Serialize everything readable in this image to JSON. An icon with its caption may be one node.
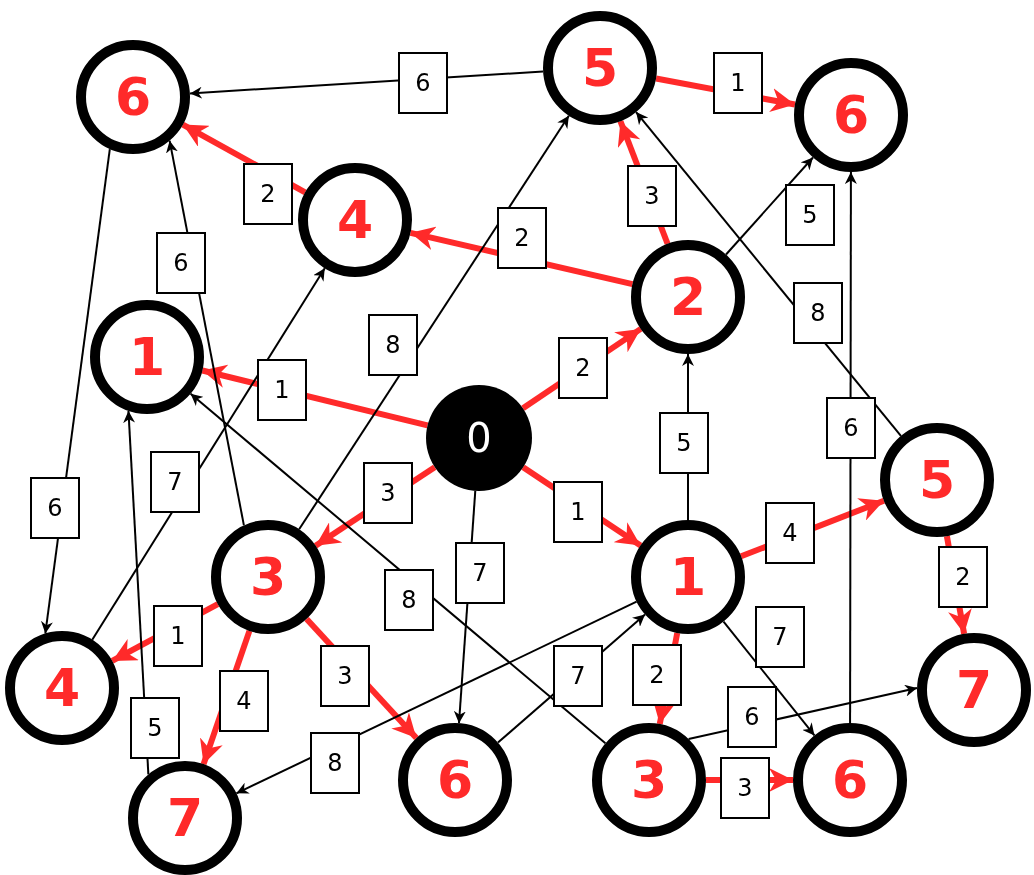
{
  "diagram": {
    "nodes": [
      {
        "text": [
          "6"
        ]
      },
      {
        "text": [
          "5"
        ]
      },
      {
        "text": [
          "6"
        ]
      },
      {
        "text": [
          "4"
        ]
      },
      {
        "text": [
          "2"
        ]
      },
      {
        "text": [
          "1"
        ]
      },
      {
        "text": [
          "0"
        ]
      },
      {
        "text": [
          "5"
        ]
      },
      {
        "text": [
          "3"
        ]
      },
      {
        "text": [
          "1"
        ]
      },
      {
        "text": [
          "4"
        ]
      },
      {
        "text": [
          "7"
        ]
      },
      {
        "text": [
          "6"
        ]
      },
      {
        "text": [
          "3"
        ]
      },
      {
        "text": [
          "6"
        ]
      },
      {
        "text": [
          "7"
        ]
      }
    ],
    "edges": [
      {
        "from": 6,
        "to": 5,
        "arrow": "to",
        "label": "1",
        "style": "thick",
        "color": "#ff2a2a"
      },
      {
        "from": 6,
        "to": 4,
        "arrow": "to",
        "label": "2",
        "style": "thick",
        "color": "#ff2a2a"
      },
      {
        "from": 6,
        "to": 8,
        "arrow": "to",
        "label": "3",
        "style": "thick",
        "color": "#ff2a2a"
      },
      {
        "from": 6,
        "to": 9,
        "arrow": "to",
        "label": "1",
        "style": "thick",
        "color": "#ff2a2a"
      },
      {
        "from": 6,
        "to": 12,
        "arrow": "to",
        "label": "7"
      },
      {
        "from": 4,
        "to": 3,
        "arrow": "to",
        "label": "2",
        "style": "thick",
        "color": "#ff2a2a"
      },
      {
        "from": 4,
        "to": 1,
        "arrow": "to",
        "label": "3",
        "style": "thick",
        "color": "#ff2a2a"
      },
      {
        "from": 3,
        "to": 0,
        "arrow": "to",
        "label": "2",
        "style": "thick",
        "color": "#ff2a2a"
      },
      {
        "from": 1,
        "to": 2,
        "arrow": "to",
        "label": "1",
        "style": "thick",
        "color": "#ff2a2a"
      },
      {
        "from": 1,
        "to": 0,
        "arrow": "to",
        "label": "6"
      },
      {
        "from": 9,
        "to": 7,
        "arrow": "to",
        "label": "4",
        "style": "thick",
        "color": "#ff2a2a"
      },
      {
        "from": 7,
        "to": 11,
        "arrow": "to",
        "label": "2",
        "style": "thick",
        "color": "#ff2a2a"
      },
      {
        "from": 9,
        "to": 13,
        "arrow": "to",
        "label": "2",
        "style": "thick",
        "color": "#ff2a2a"
      },
      {
        "from": 13,
        "to": 14,
        "arrow": "to",
        "label": "3",
        "style": "thick",
        "color": "#ff2a2a"
      },
      {
        "from": 8,
        "to": 10,
        "arrow": "to",
        "label": "1",
        "style": "thick",
        "color": "#ff2a2a"
      },
      {
        "from": 8,
        "to": 15,
        "arrow": "to",
        "label": "4",
        "style": "thick",
        "color": "#ff2a2a"
      },
      {
        "from": 8,
        "to": 12,
        "arrow": "to",
        "label": "3",
        "style": "thick",
        "color": "#ff2a2a"
      },
      {
        "from": 0,
        "to": 10,
        "arrow": "to",
        "label": "6"
      },
      {
        "from": 8,
        "to": 0,
        "arrow": "to",
        "label": "6"
      },
      {
        "from": 8,
        "to": 1,
        "arrow": "to",
        "label": "8"
      },
      {
        "from": 10,
        "to": 3,
        "arrow": "to",
        "label": "7"
      },
      {
        "from": 15,
        "to": 5,
        "arrow": "to",
        "label": "5"
      },
      {
        "from": 13,
        "to": 5,
        "arrow": "to",
        "label": "8"
      },
      {
        "from": 9,
        "to": 15,
        "arrow": "to",
        "label": "8"
      },
      {
        "from": 12,
        "to": 9,
        "arrow": "to",
        "label": "7"
      },
      {
        "from": 9,
        "to": 4,
        "arrow": "to",
        "label": "5"
      },
      {
        "from": 4,
        "to": 2,
        "arrow": "to",
        "label": "5"
      },
      {
        "from": 7,
        "to": 1,
        "arrow": "to",
        "label": "8"
      },
      {
        "from": 14,
        "to": 2,
        "arrow": "to",
        "label": "6"
      },
      {
        "from": 9,
        "to": 14,
        "arrow": "to",
        "label": "7"
      },
      {
        "from": 13,
        "to": 11,
        "arrow": "to",
        "label": "6"
      }
    ]
  }
}
